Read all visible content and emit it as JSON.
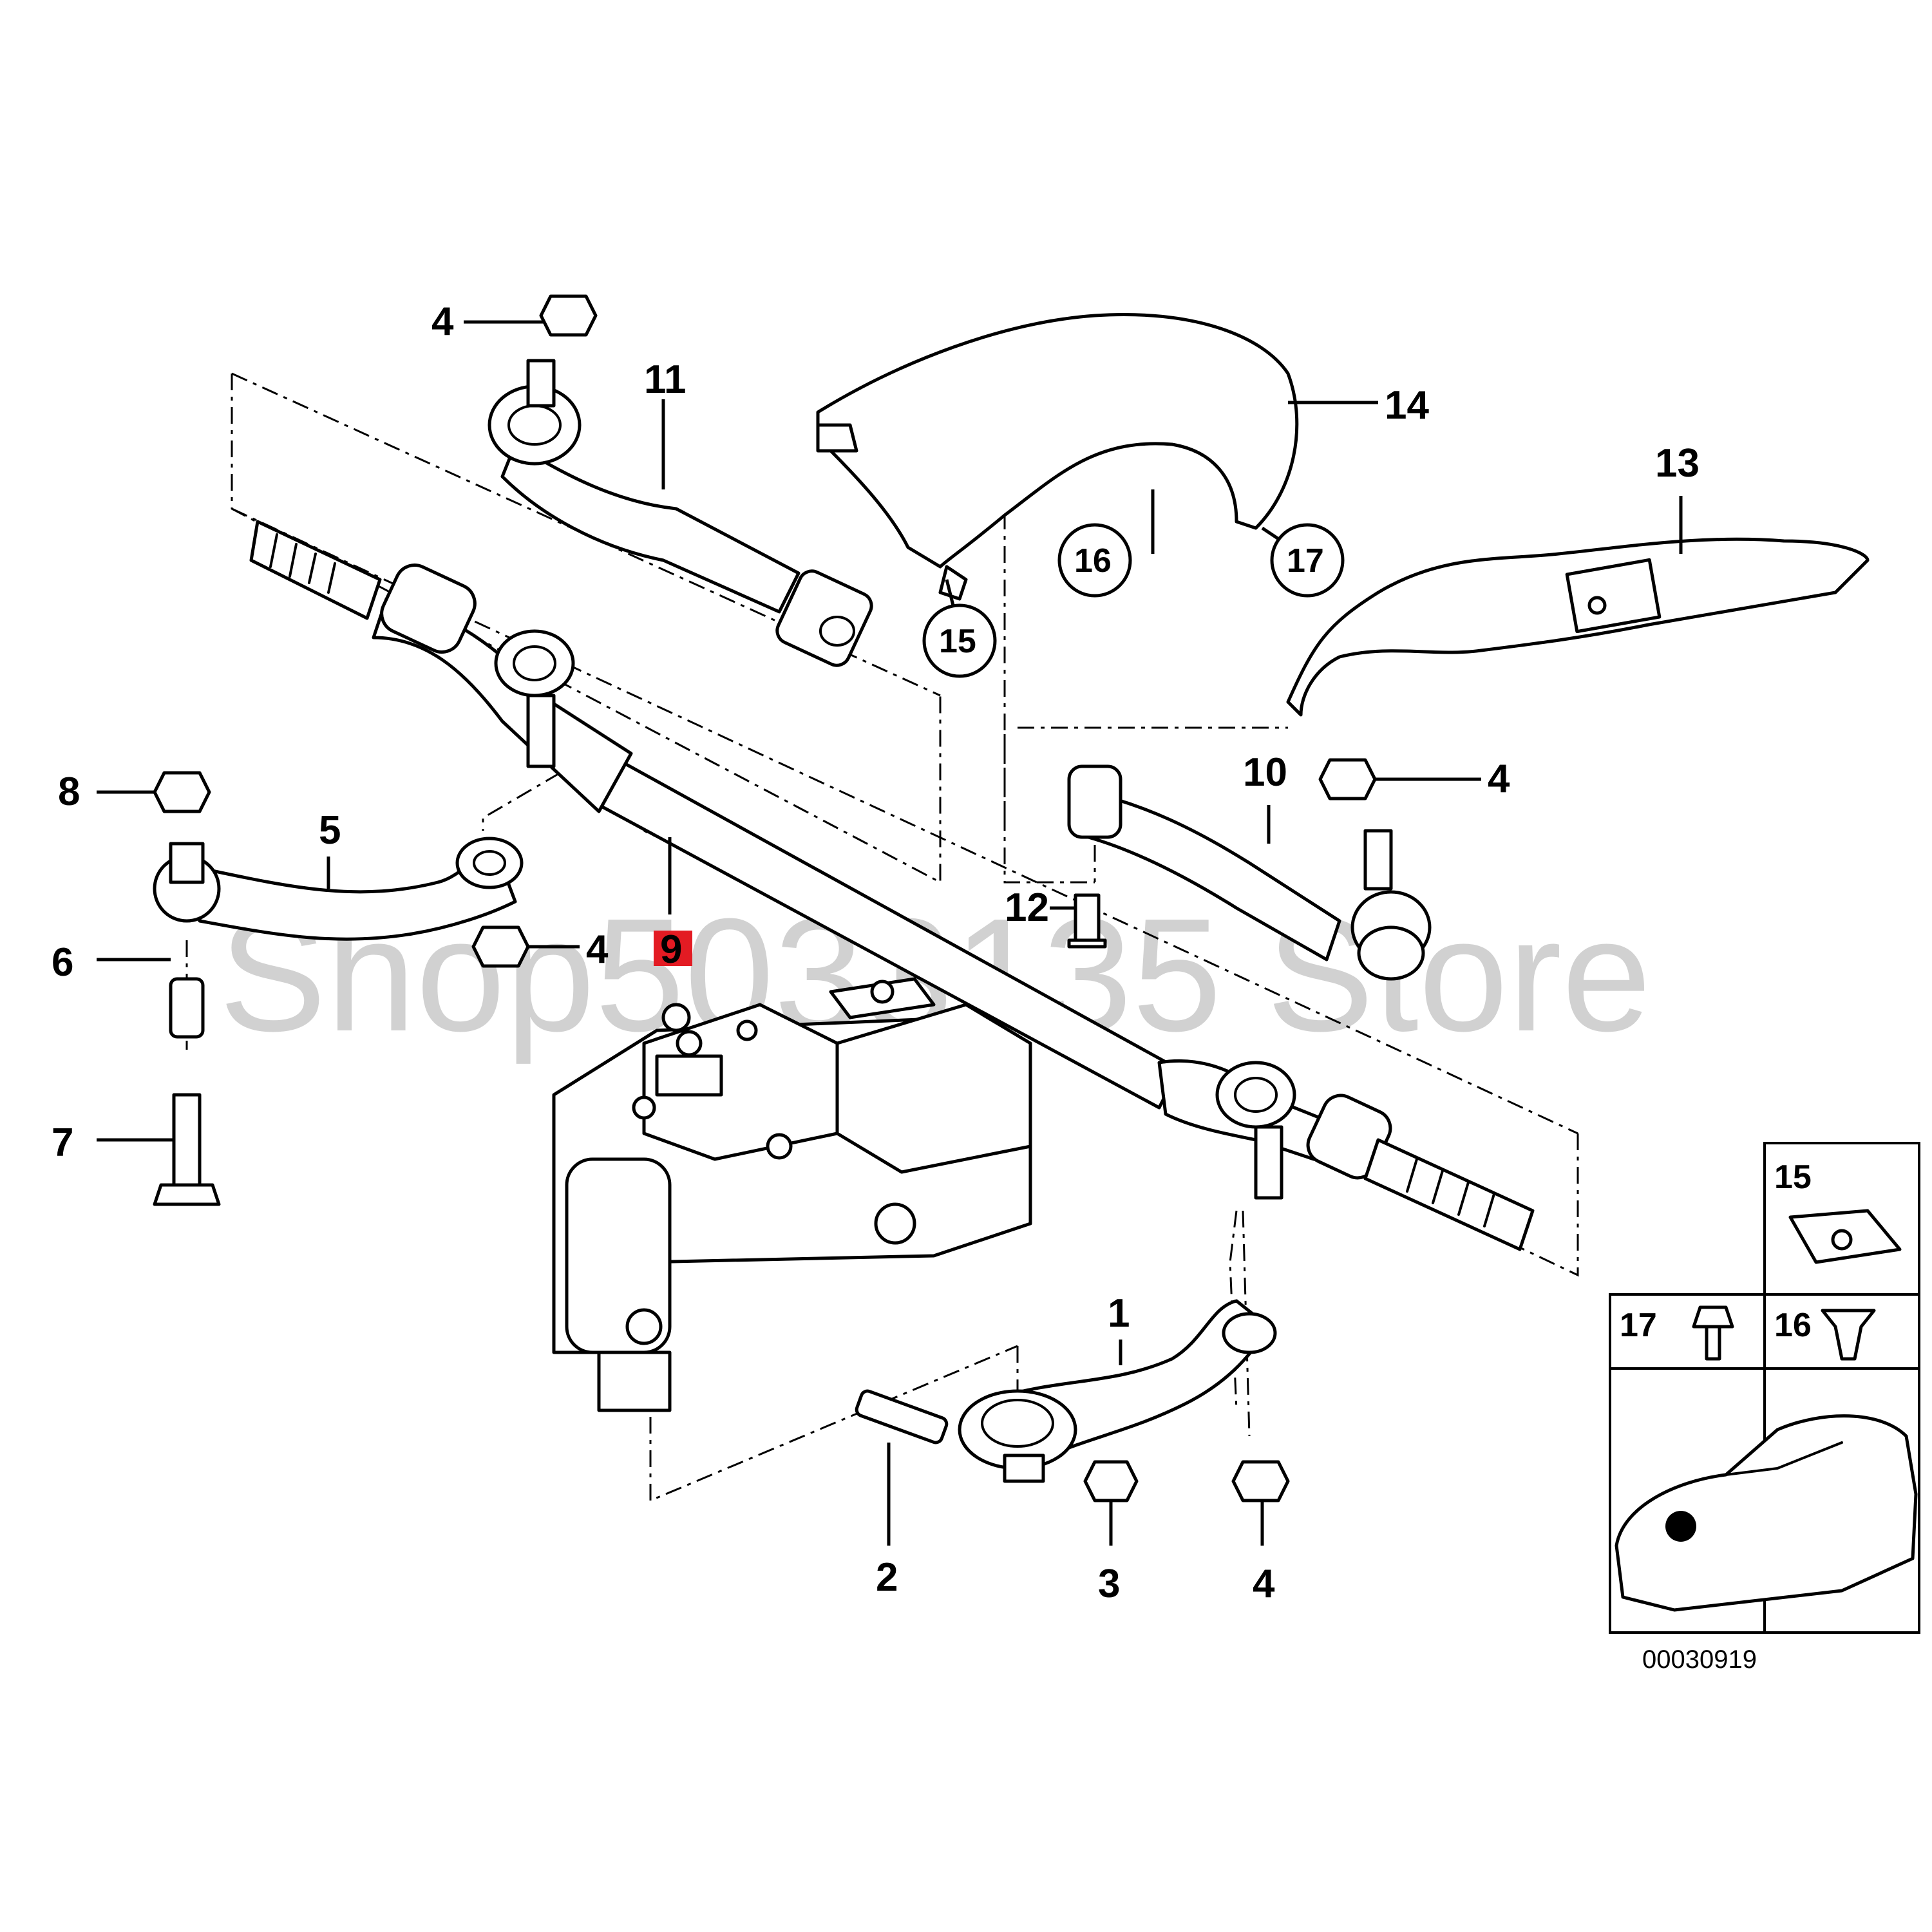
{
  "diagram": {
    "watermark": "Shop5033135 Store",
    "reference_number": "00030919",
    "highlight_color": "#e31b23",
    "callouts": {
      "p1": "1",
      "p2": "2",
      "p3": "3",
      "p4a": "4",
      "p4b": "4",
      "p4c": "4",
      "p4d": "4",
      "p5": "5",
      "p6": "6",
      "p7": "7",
      "p8": "8",
      "p9": "9",
      "p10": "10",
      "p11": "11",
      "p12": "12",
      "p13": "13",
      "p14": "14",
      "p15": "15",
      "p16": "16",
      "p17": "17"
    },
    "inset": {
      "box15": "15",
      "box17": "17",
      "box16": "16"
    }
  }
}
